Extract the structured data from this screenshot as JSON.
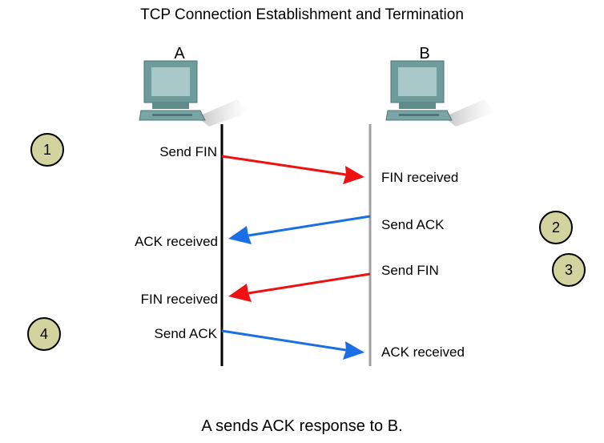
{
  "title": "TCP Connection Establishment and Termination",
  "hosts": {
    "a": "A",
    "b": "B"
  },
  "labels": {
    "a_send_fin": "Send FIN",
    "b_fin_received": "FIN received",
    "b_send_ack": "Send ACK",
    "a_ack_received": "ACK received",
    "b_send_fin": "Send FIN",
    "a_fin_received": "FIN received",
    "a_send_ack": "Send ACK",
    "b_ack_received": "ACK received"
  },
  "steps": [
    "1",
    "2",
    "3",
    "4"
  ],
  "caption": "A sends ACK response to B.",
  "colors": {
    "fin_arrow": "#ee1111",
    "ack_arrow": "#1a6fe6",
    "step_fill": "#d3d3a0",
    "host_a_line": "#000000",
    "host_b_line": "#a0a0a0",
    "computer_body": "#6e9b9b",
    "computer_screen": "#a9c8c8"
  },
  "icons": {
    "host": "computer-icon"
  }
}
